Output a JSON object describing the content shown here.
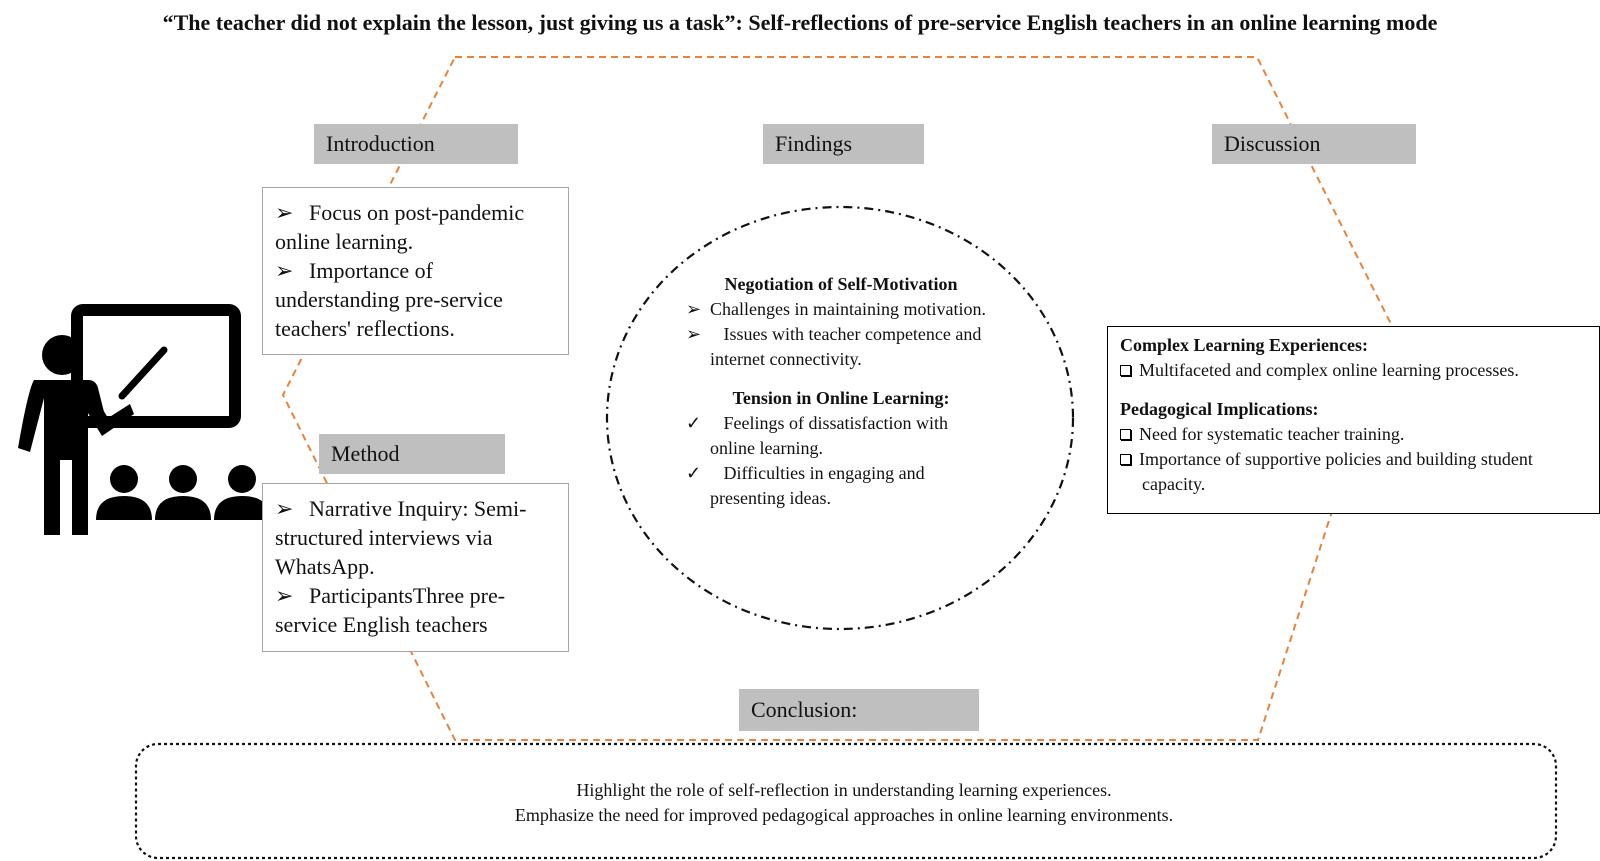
{
  "title": "“The teacher did not explain the lesson, just giving us a task”: Self-reflections of pre-service English teachers in an online learning mode",
  "colors": {
    "hexagon_dash": "#e8833a",
    "tag_fill": "#bfbfbf",
    "box_border": "#a6a6a6"
  },
  "icon": "teacher-presentation-icon",
  "sections": {
    "introduction": {
      "label": "Introduction",
      "items": [
        {
          "marker": "➢",
          "text": "Focus on post-pandemic online learning."
        },
        {
          "marker": "➢",
          "text": "Importance of understanding pre-service teachers' reflections."
        }
      ]
    },
    "method": {
      "label": "Method",
      "items": [
        {
          "marker": "➢",
          "text": "Narrative Inquiry: Semi-structured interviews via WhatsApp."
        },
        {
          "marker": "➢",
          "text": "ParticipantsThree pre-service English teachers"
        }
      ]
    },
    "findings": {
      "label": "Findings",
      "groups": [
        {
          "heading": "Negotiation of Self-Motivation",
          "marker": "➢",
          "items": [
            "Challenges in maintaining motivation.",
            "Issues with teacher competence and internet connectivity."
          ]
        },
        {
          "heading": "Tension in Online Learning:",
          "marker": "✓",
          "items": [
            "Feelings of dissatisfaction with online learning.",
            "Difficulties in engaging and presenting ideas."
          ]
        }
      ]
    },
    "discussion": {
      "label": "Discussion",
      "groups": [
        {
          "heading": "Complex Learning Experiences:",
          "items": [
            "Multifaceted and complex online learning processes."
          ]
        },
        {
          "heading": "Pedagogical Implications:",
          "items": [
            "Need for systematic teacher training.",
            "Importance of supportive policies and building student capacity."
          ]
        }
      ]
    },
    "conclusion": {
      "label": "Conclusion:",
      "lines": [
        "Highlight the role of self-reflection in understanding learning experiences.",
        "Emphasize the need for improved pedagogical approaches in online learning environments."
      ]
    }
  }
}
